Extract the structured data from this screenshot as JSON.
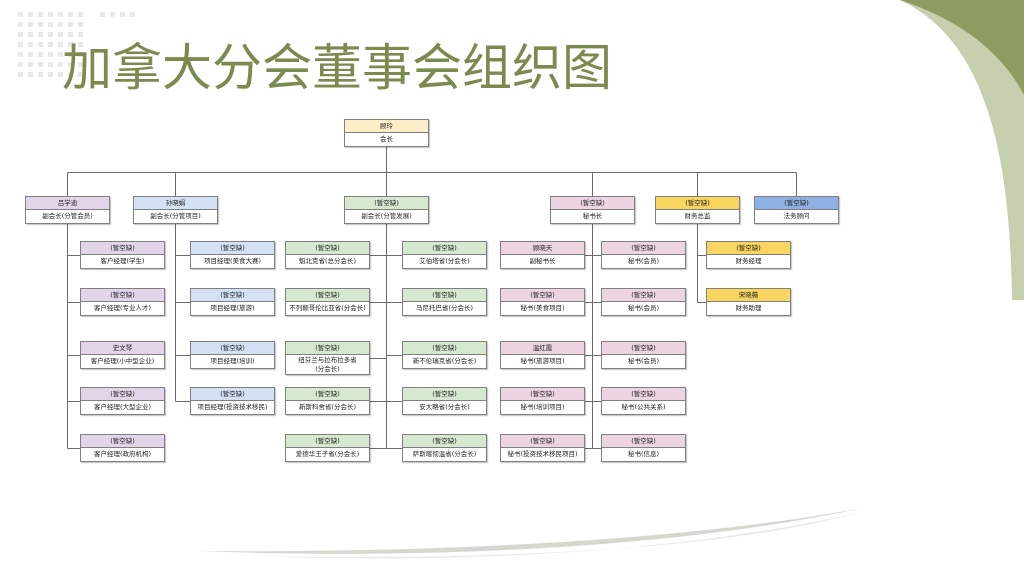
{
  "title": "加拿大分会董事会组织图",
  "theme": {
    "title_color": "#7b8a4f",
    "accent_dark": "#8d9c60",
    "accent_light": "#c7d0ae",
    "swoosh": "#d6d8d0",
    "swoosh_light": "#e9eae5"
  },
  "president": {
    "name": "顾玲",
    "role": "会长",
    "color": "#fcefc8"
  },
  "officers": [
    {
      "name": "吕学迪",
      "role": "副会长(分管会员)",
      "color": "#e2d5ea",
      "subordinate_columns": [
        [
          {
            "name": "(暂空缺)",
            "role": "客户经理(学生)"
          },
          {
            "name": "(暂空缺)",
            "role": "客户经理(专业人才)"
          },
          {
            "name": "史文琴",
            "role": "客户经理(小中型企业)"
          },
          {
            "name": "(暂空缺)",
            "role": "客户经理(大型企业)"
          },
          {
            "name": "(暂空缺)",
            "role": "客户经理(政府机构)"
          }
        ]
      ]
    },
    {
      "name": "孙晓娟",
      "role": "副会长(分管项目)",
      "color": "#d4e1f5",
      "subordinate_columns": [
        [
          {
            "name": "(暂空缺)",
            "role": "项目经理(美食大赛)"
          },
          {
            "name": "(暂空缺)",
            "role": "项目经理(旅游)"
          },
          {
            "name": "(暂空缺)",
            "role": "项目经理(培训)"
          },
          {
            "name": "(暂空缺)",
            "role": "项目经理(投资技术移民)"
          }
        ]
      ]
    },
    {
      "name": "(暂空缺)",
      "role": "副会长(分管发展)",
      "color": "#d7e8d0",
      "subordinate_columns": [
        [
          {
            "name": "(暂空缺)",
            "role": "魁北克省(总分会长)"
          },
          {
            "name": "(暂空缺)",
            "role": "不列颠哥伦比亚省(分会长)"
          },
          {
            "name": "(暂空缺)",
            "role": "纽芬兰与拉布拉多省(分会长)"
          },
          {
            "name": "(暂空缺)",
            "role": "新斯科舍省(分会长)"
          },
          {
            "name": "(暂空缺)",
            "role": "爱德华王子省(分会长)"
          }
        ],
        [
          {
            "name": "(暂空缺)",
            "role": "艾伯塔省(分会长)"
          },
          {
            "name": "(暂空缺)",
            "role": "马尼托巴省(分会长)"
          },
          {
            "name": "(暂空缺)",
            "role": "新不伦瑞克省(分会长)"
          },
          {
            "name": "(暂空缺)",
            "role": "安大略省(分会长)"
          },
          {
            "name": "(暂空缺)",
            "role": "萨斯喀彻温省(分会长)"
          }
        ]
      ]
    },
    {
      "name": "(暂空缺)",
      "role": "秘书长",
      "color": "#ecd4e0",
      "subordinate_columns": [
        [
          {
            "name": "顾晓天",
            "role": "副秘书长"
          },
          {
            "name": "(暂空缺)",
            "role": "秘书(美食项目)"
          },
          {
            "name": "温红霞",
            "role": "秘书(旅游项目)"
          },
          {
            "name": "(暂空缺)",
            "role": "秘书(培训项目)"
          },
          {
            "name": "(暂空缺)",
            "role": "秘书(投资技术移民项目)"
          }
        ],
        [
          {
            "name": "(暂空缺)",
            "role": "秘书(会员)"
          },
          {
            "name": "(暂空缺)",
            "role": "秘书(会员)"
          },
          {
            "name": "(暂空缺)",
            "role": "秘书(会员)"
          },
          {
            "name": "(暂空缺)",
            "role": "秘书(公共关系)"
          },
          {
            "name": "(暂空缺)",
            "role": "秘书(信息)"
          }
        ]
      ]
    },
    {
      "name": "(暂空缺)",
      "role": "财务总监",
      "color": "#f8d55e",
      "subordinate_columns": [
        [
          {
            "name": "(暂空缺)",
            "role": "财务经理"
          },
          {
            "name": "宋晓薇",
            "role": "财务助理"
          }
        ]
      ]
    },
    {
      "name": "(暂空缺)",
      "role": "法务顾问",
      "color": "#8eb1e3",
      "subordinate_columns": []
    }
  ]
}
